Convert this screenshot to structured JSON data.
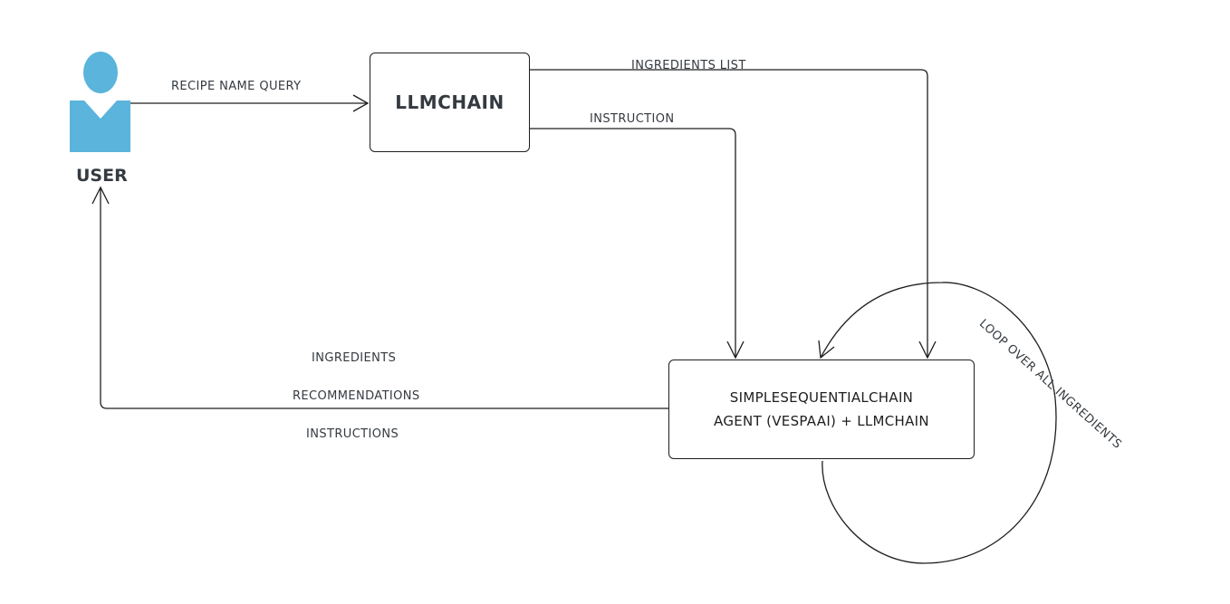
{
  "actors": {
    "user": {
      "label": "USER",
      "color": "#5ab4dc"
    }
  },
  "nodes": {
    "llmchain": {
      "label": "LLMCHAIN"
    },
    "agent": {
      "line1": "SIMPLESEQUENTIALCHAIN",
      "line2": "AGENT (VESPAAI) + LLMCHAIN"
    }
  },
  "edges": {
    "user_to_llm": "RECIPE NAME QUERY",
    "ingredients_list": "INGREDIENTS LIST",
    "instruction": "INSTRUCTION",
    "output": {
      "line1": "INGREDIENTS",
      "line2": "RECOMMENDATIONS",
      "line3": "INSTRUCTIONS"
    },
    "loop": "LOOP OVER ALL INGREDIENTS"
  },
  "colors": {
    "stroke": "#1e1e1e",
    "text": "#343a40",
    "user_icon": "#5ab4dc"
  }
}
